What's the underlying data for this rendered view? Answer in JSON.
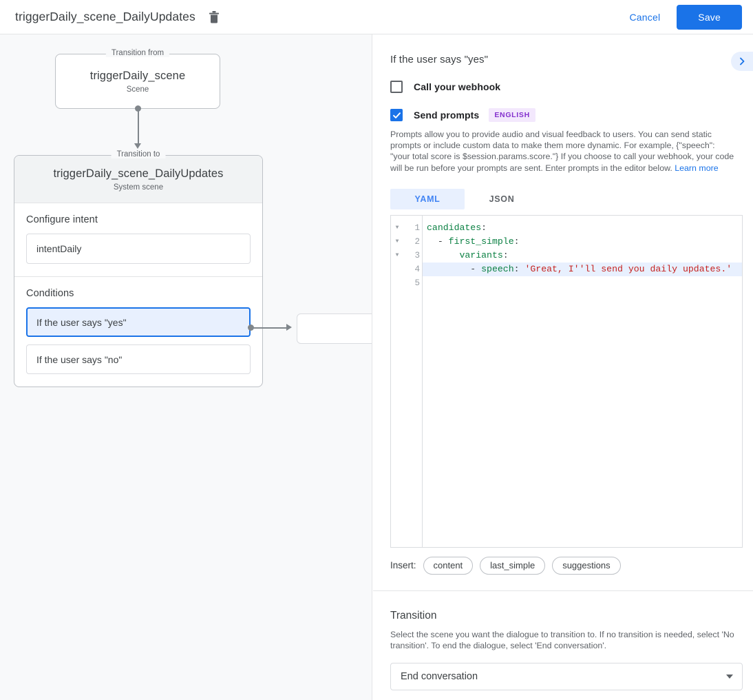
{
  "topbar": {
    "title": "triggerDaily_scene_DailyUpdates",
    "delete_icon": "trash-icon",
    "cancel_label": "Cancel",
    "save_label": "Save",
    "save_bg": "#1a73e8",
    "cancel_color": "#1a73e8"
  },
  "canvas": {
    "transition_from": {
      "legend": "Transition from",
      "title": "triggerDaily_scene",
      "subtitle": "Scene"
    },
    "transition_to": {
      "legend": "Transition to",
      "title": "triggerDaily_scene_DailyUpdates",
      "subtitle": "System scene"
    },
    "configure_intent": {
      "label": "Configure intent",
      "value": "intentDaily"
    },
    "conditions": {
      "label": "Conditions",
      "items": [
        {
          "label": "If the user says \"yes\"",
          "selected": true
        },
        {
          "label": "If the user says \"no\"",
          "selected": false
        }
      ]
    }
  },
  "panel": {
    "title": "If the user says \"yes\"",
    "expand_icon": "chevron-right-icon",
    "webhook": {
      "label": "Call your webhook",
      "checked": false
    },
    "prompts": {
      "label": "Send prompts",
      "checked": true,
      "badge": "ENGLISH",
      "badge_color": "#8430ce",
      "badge_bg": "#f3e8fd",
      "description": "Prompts allow you to provide audio and visual feedback to users. You can send static prompts or include custom data to make them more dynamic. For example, {\"speech\": \"your total score is $session.params.score.\"} If you choose to call your webhook, your code will be run before your prompts are sent. Enter prompts in the editor below. ",
      "learn_more": "Learn more"
    },
    "tabs": [
      {
        "label": "YAML",
        "active": true
      },
      {
        "label": "JSON",
        "active": false
      }
    ],
    "editor": {
      "highlighted_line": 4,
      "lines": [
        {
          "no": "1",
          "fold": true,
          "segs": [
            {
              "t": "candidates",
              "c": "tok-key"
            },
            {
              "t": ":",
              "c": "tok-punc"
            }
          ]
        },
        {
          "no": "2",
          "fold": true,
          "segs": [
            {
              "t": "  - ",
              "c": "tok-punc"
            },
            {
              "t": "first_simple",
              "c": "tok-key"
            },
            {
              "t": ":",
              "c": "tok-punc"
            }
          ]
        },
        {
          "no": "3",
          "fold": true,
          "segs": [
            {
              "t": "      ",
              "c": "tok-punc"
            },
            {
              "t": "variants",
              "c": "tok-key"
            },
            {
              "t": ":",
              "c": "tok-punc"
            }
          ]
        },
        {
          "no": "4",
          "fold": false,
          "segs": [
            {
              "t": "        - ",
              "c": "tok-punc"
            },
            {
              "t": "speech",
              "c": "tok-key"
            },
            {
              "t": ": ",
              "c": "tok-punc"
            },
            {
              "t": "'Great, I''ll send you daily updates.'",
              "c": "tok-str"
            }
          ]
        },
        {
          "no": "5",
          "fold": false,
          "segs": [
            {
              "t": "",
              "c": "tok-punc"
            }
          ]
        }
      ]
    },
    "insert": {
      "label": "Insert:",
      "chips": [
        "content",
        "last_simple",
        "suggestions"
      ]
    },
    "transition": {
      "title": "Transition",
      "description": "Select the scene you want the dialogue to transition to. If no transition is needed, select 'No transition'. To end the dialogue, select 'End conversation'.",
      "selected": "End conversation"
    }
  }
}
